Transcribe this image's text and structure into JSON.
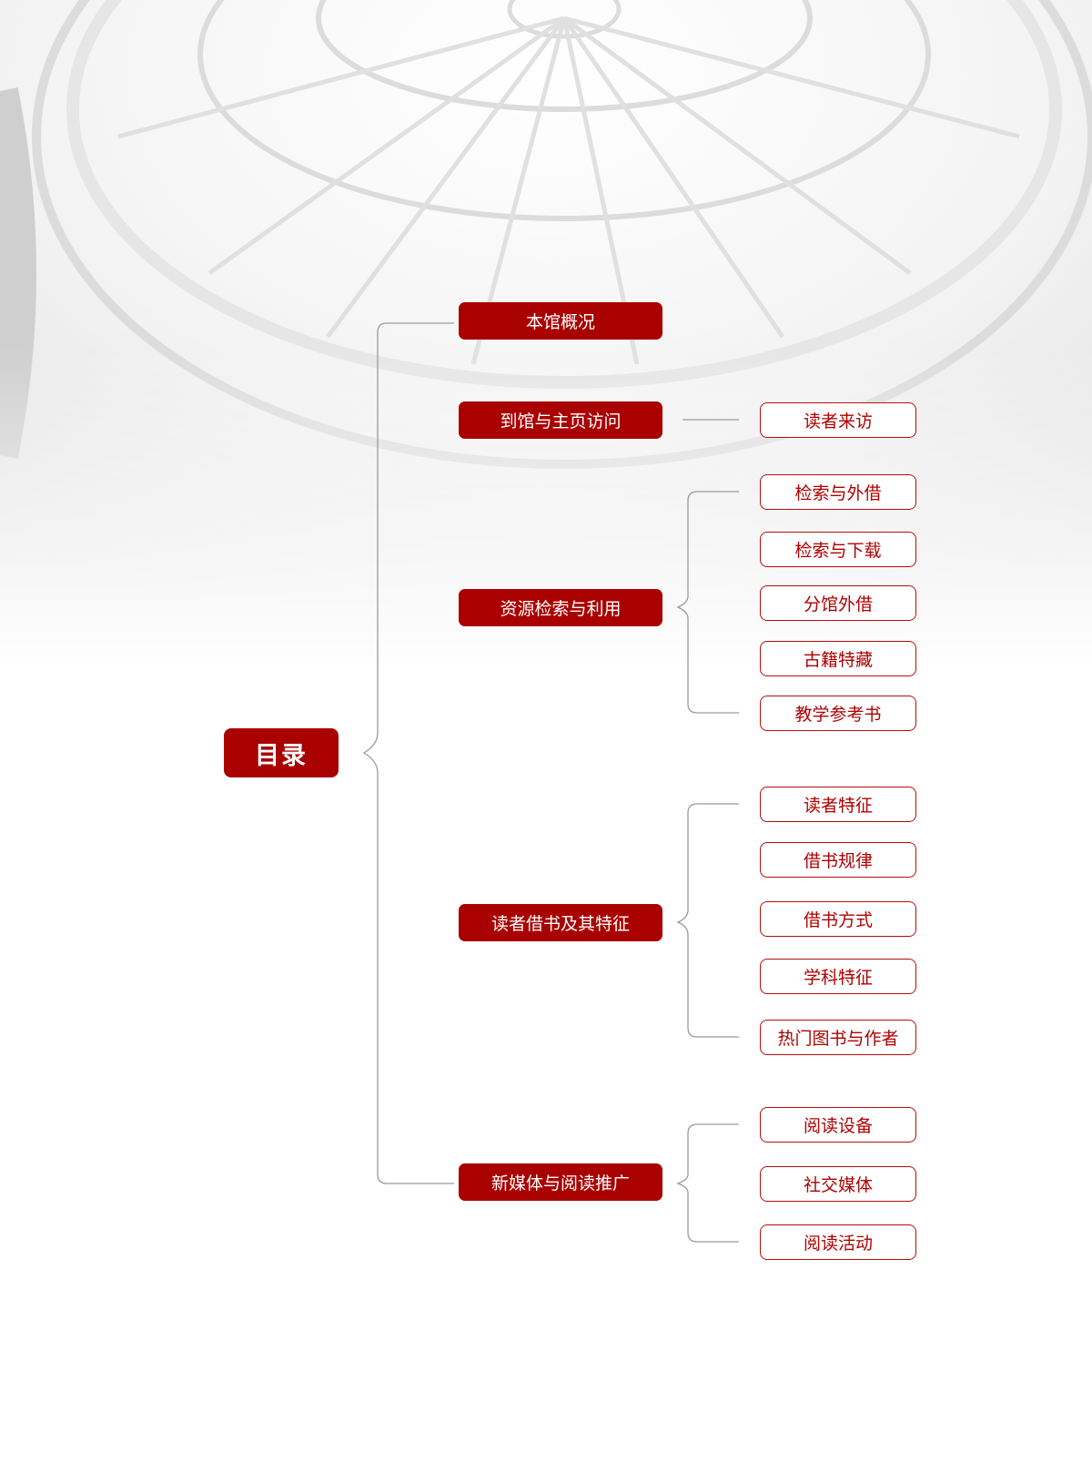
{
  "root": "目录",
  "sections": [
    {
      "title": "本馆概况",
      "items": []
    },
    {
      "title": "到馆与主页访问",
      "items": [
        "读者来访"
      ]
    },
    {
      "title": "资源检索与利用",
      "items": [
        "检索与外借",
        "检索与下载",
        "分馆外借",
        "古籍特藏",
        "教学参考书"
      ]
    },
    {
      "title": "读者借书及其特征",
      "items": [
        "读者特征",
        "借书规律",
        "借书方式",
        "学科特征",
        "热门图书与作者"
      ]
    },
    {
      "title": "新媒体与阅读推广",
      "items": [
        "阅读设备",
        "社交媒体",
        "阅读活动"
      ]
    }
  ],
  "colors": {
    "accent": "#a90000",
    "line": "#9a9a9a"
  }
}
